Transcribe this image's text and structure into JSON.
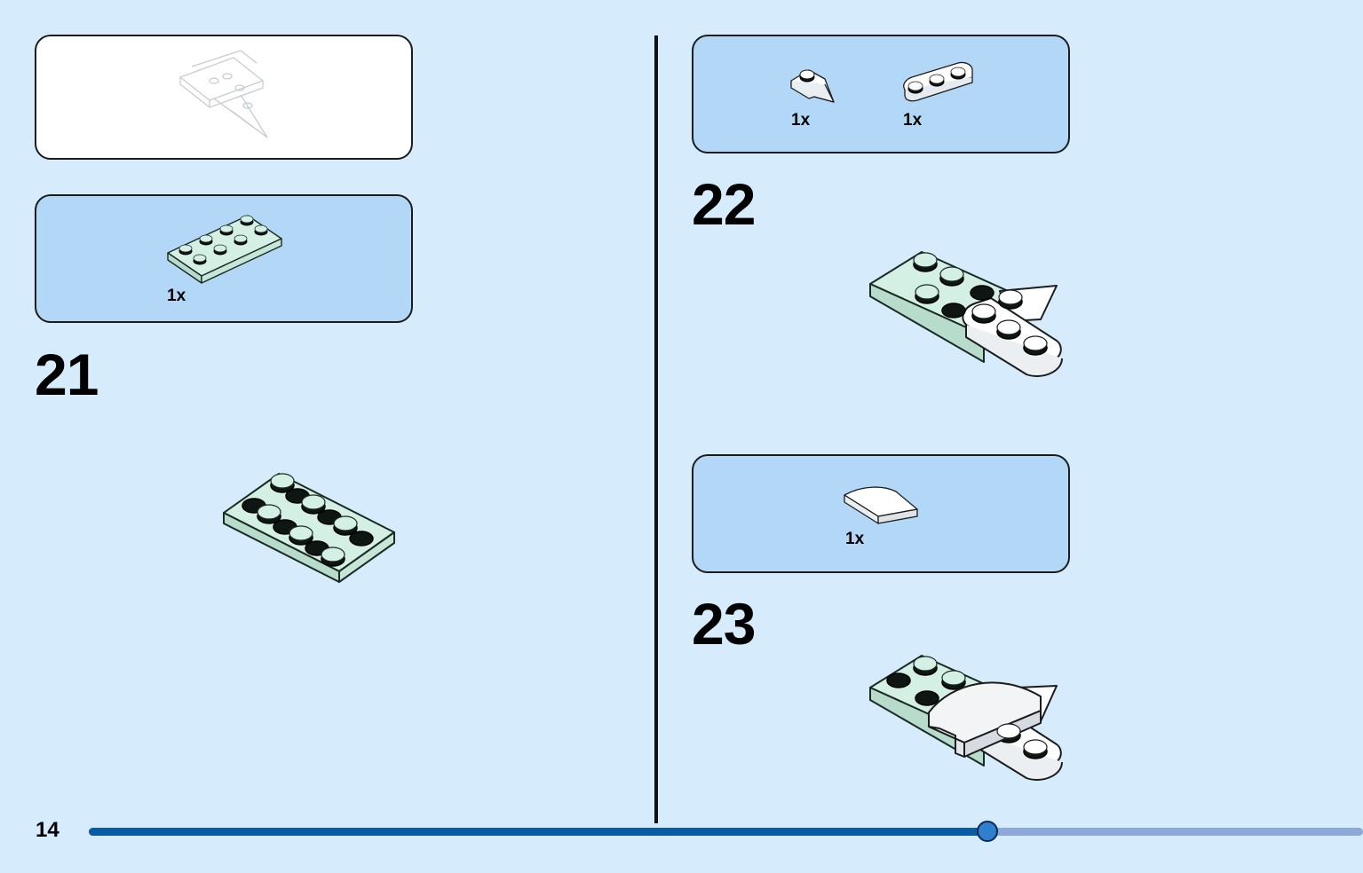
{
  "page": {
    "number": "14",
    "progress_fraction": 0.705,
    "colors": {
      "background": "#d6ebfb",
      "parts_panel": "#b3d7f6",
      "progress_done": "#0a5aa5",
      "progress_remaining": "#8ca9d9",
      "brick_mint": "#d4f0e4",
      "brick_white": "#ffffff"
    }
  },
  "left": {
    "overview_panel": {
      "icon": "model-preview-icon"
    },
    "parts_panel": {
      "parts": [
        {
          "icon": "plate-2x4-mint-icon",
          "qty": "1x"
        }
      ]
    },
    "step": {
      "number": "21",
      "icon": "plate-2x4-mint-icon"
    }
  },
  "right": {
    "steps": [
      {
        "number": "22",
        "parts": [
          {
            "icon": "plate-round-nose-white-icon",
            "qty": "1x"
          },
          {
            "icon": "plate-1x3-rounded-white-icon",
            "qty": "1x"
          }
        ]
      },
      {
        "number": "23",
        "parts": [
          {
            "icon": "slope-curved-white-icon",
            "qty": "1x"
          }
        ]
      }
    ]
  }
}
